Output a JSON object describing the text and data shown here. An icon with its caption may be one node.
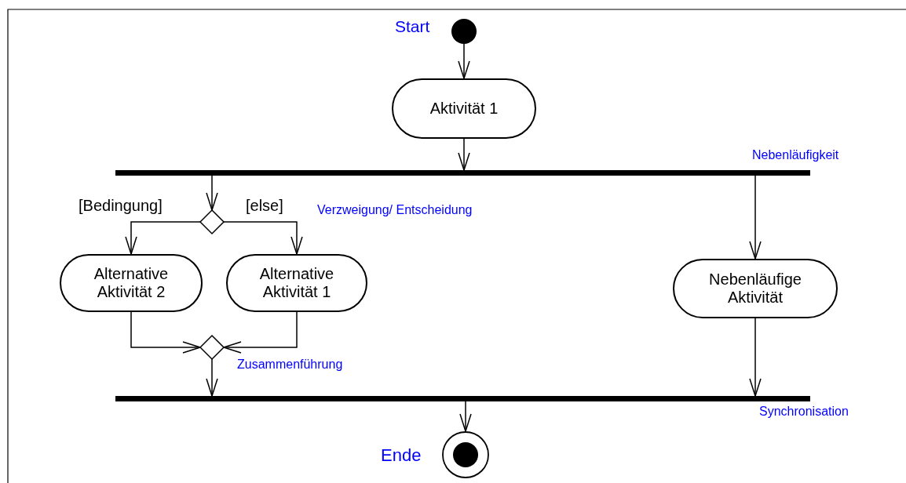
{
  "diagram": {
    "nodes": [
      {
        "text": [],
        "shape": "circle",
        "beside": [
          "Start"
        ]
      },
      {
        "text": [
          "Aktivität 1"
        ]
      },
      {
        "text": [],
        "shape": "bar",
        "beside": [
          "Nebenläufigkeit"
        ]
      },
      {
        "text": [],
        "shape": "diamond"
      },
      {
        "text": [
          "Alternative Aktivität 2"
        ]
      },
      {
        "text": [
          "Alternative Aktivität 1"
        ]
      },
      {
        "text": [
          "Nebenläufige Aktivität"
        ]
      },
      {
        "text": [],
        "shape": "diamond",
        "beside": [
          "Zusammenführung"
        ]
      },
      {
        "text": [],
        "shape": "bar",
        "beside": [
          "Synchronisation"
        ]
      },
      {
        "text": [],
        "shape": "circle",
        "beside": [
          "Ende"
        ]
      }
    ],
    "edges": [
      {
        "from": 0,
        "to": 1,
        "arrow": "to"
      },
      {
        "from": 1,
        "to": 2,
        "arrow": "to"
      },
      {
        "from": 2,
        "to": 3,
        "arrow": "to"
      },
      {
        "from": 3,
        "to": 4,
        "arrow": "to",
        "label": "[Bedingung]"
      },
      {
        "from": 3,
        "to": 5,
        "arrow": "to",
        "label": "[else]"
      },
      {
        "from": 2,
        "to": 6,
        "arrow": "to"
      },
      {
        "from": 4,
        "to": 7,
        "arrow": "to"
      },
      {
        "from": 5,
        "to": 7,
        "arrow": "to"
      },
      {
        "from": 7,
        "to": 8,
        "arrow": "to"
      },
      {
        "from": 6,
        "to": 8,
        "arrow": "to"
      },
      {
        "from": 8,
        "to": 9,
        "arrow": "to"
      }
    ],
    "labels": [
      "Verzweigung/ Entscheidung"
    ]
  }
}
